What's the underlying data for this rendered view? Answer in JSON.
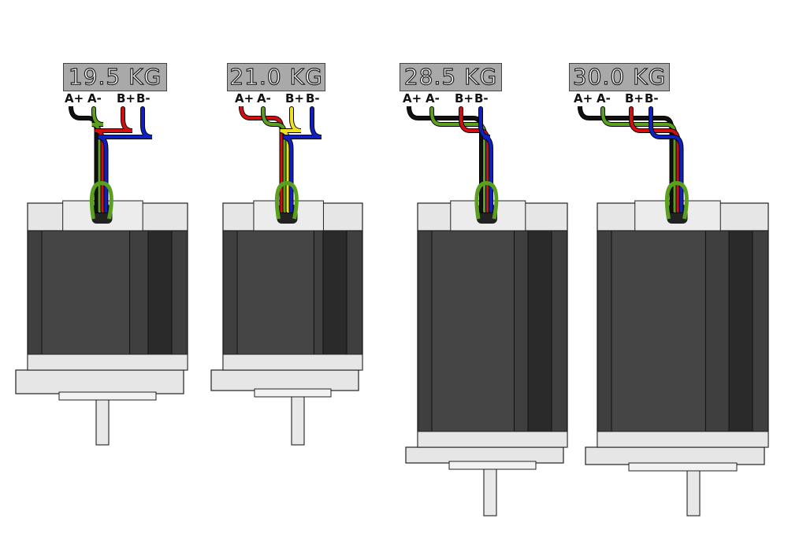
{
  "motors": [
    {
      "label": "19.5 KG",
      "pins": [
        "A+",
        "A-",
        "B+",
        "B-"
      ],
      "wire_colors": [
        "#111111",
        "#5aa01e",
        "#d01010",
        "#1020c0"
      ]
    },
    {
      "label": "21.0 KG",
      "pins": [
        "A+",
        "A-",
        "B+",
        "B-"
      ],
      "wire_colors": [
        "#d01010",
        "#5aa01e",
        "#f0e020",
        "#1020c0"
      ]
    },
    {
      "label": "28.5 KG",
      "pins": [
        "A+",
        "A-",
        "B+",
        "B-"
      ],
      "wire_colors": [
        "#111111",
        "#5aa01e",
        "#d01010",
        "#1020c0"
      ]
    },
    {
      "label": "30.0 KG",
      "pins": [
        "A+",
        "A-",
        "B+",
        "B-"
      ],
      "wire_colors": [
        "#111111",
        "#5aa01e",
        "#d01010",
        "#1020c0"
      ]
    }
  ],
  "colors": {
    "body": "#3f3f3f",
    "body_dark": "#2a2a2a",
    "cap": "#e6e6e6",
    "label_bg": "#a9a9a9"
  }
}
